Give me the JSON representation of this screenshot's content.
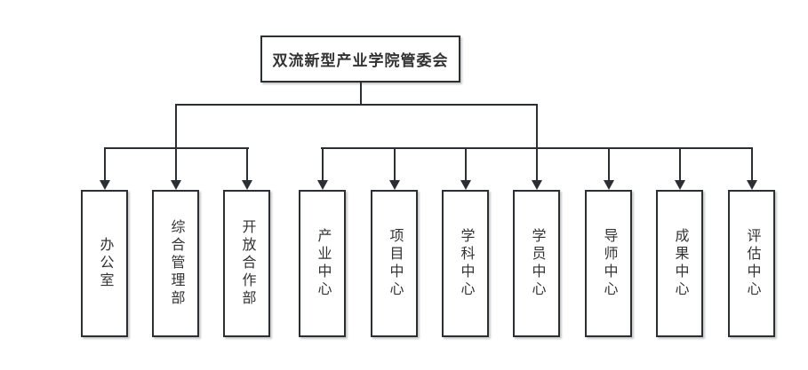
{
  "root": {
    "label": "双流新型产业学院管委会"
  },
  "departments": [
    {
      "label": "办公室"
    },
    {
      "label": "综合管理部"
    },
    {
      "label": "开放合作部"
    },
    {
      "label": "产业中心"
    },
    {
      "label": "项目中心"
    },
    {
      "label": "学科中心"
    },
    {
      "label": "学员中心"
    },
    {
      "label": "导师中心"
    },
    {
      "label": "成果中心"
    },
    {
      "label": "评估中心"
    }
  ],
  "colors": {
    "line": "#2b2e33",
    "border": "#2b2e33",
    "text": "#333333",
    "background": "#ffffff"
  }
}
